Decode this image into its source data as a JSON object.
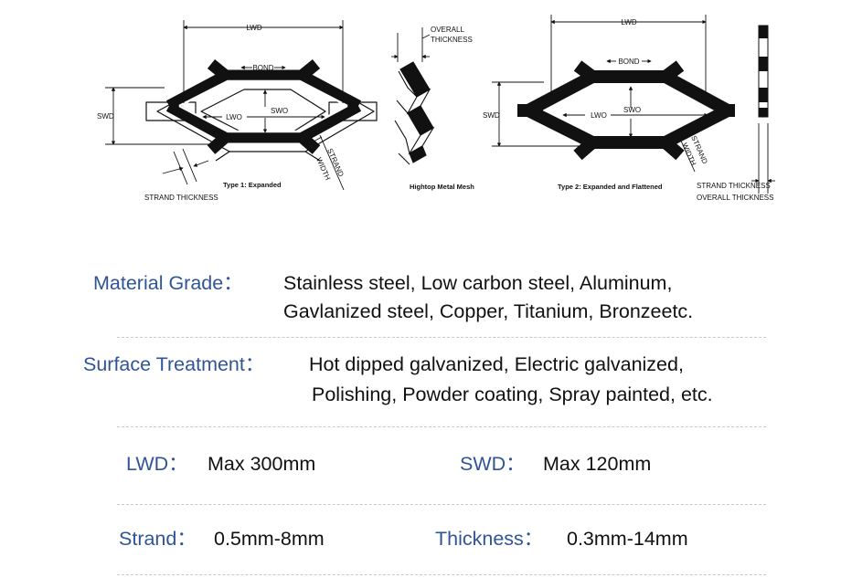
{
  "diagram": {
    "labels": {
      "lwd": "LWD",
      "swd": "SWD",
      "swo": "SWO",
      "lwo": "LWO",
      "bond": "BOND",
      "strand": "STRAND",
      "width": "WIDTH",
      "strand_thickness": "STRAND THICKNESS",
      "overall_l1": "OVERALL",
      "overall_l2": "THICKNESS",
      "overall_thickness": "OVERALL THICKNESS"
    },
    "captions": {
      "type1": "Type 1: Expanded",
      "center": "Hightop Metal Mesh",
      "type2": "Type 2: Expanded and Flattened"
    }
  },
  "specs": {
    "material": {
      "key": "Material Grade：",
      "line1": "Stainless steel, Low carbon steel, Aluminum,",
      "line2": "Gavlanized steel, Copper, Titanium, Bronzeetc."
    },
    "surface": {
      "key": "Surface Treatment：",
      "line1": "Hot dipped galvanized, Electric galvanized,",
      "line2": "Polishing, Powder coating, Spray painted, etc."
    },
    "lwd": {
      "key": "LWD：",
      "value": "Max 300mm"
    },
    "swd": {
      "key": "SWD：",
      "value": "Max 120mm"
    },
    "strand": {
      "key": "Strand：",
      "value": "0.5mm-8mm"
    },
    "thickness": {
      "key": "Thickness：",
      "value": "0.3mm-14mm"
    }
  },
  "colors": {
    "key_blue": "#2f5597",
    "text": "#111111",
    "dash": "#c9c9c9"
  }
}
